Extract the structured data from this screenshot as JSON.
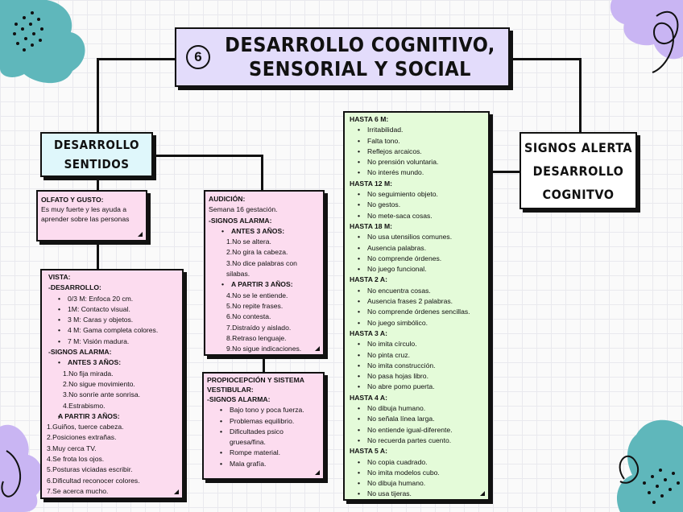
{
  "title": {
    "number": "6",
    "line1": "DESARROLLO COGNITIVO,",
    "line2": "SENSORIAL Y SOCIAL"
  },
  "left_header": {
    "line1": "DESARROLLO",
    "line2": "SENTIDOS"
  },
  "right_header": {
    "line1": "SIGNOS ALERTA",
    "line2": "DESARROLLO",
    "line3": "COGNITVO"
  },
  "olfato": {
    "title": "OLFATO Y GUSTO:",
    "text": "Es muy fuerte y les ayuda a aprender sobre las personas"
  },
  "audicion": {
    "title": "AUDICIÓN:",
    "line1": "Semana 16 gestación.",
    "signos": "-SIGNOS ALARMA:",
    "antes": "ANTES 3 AÑOS:",
    "antes_items": [
      "1.No se altera.",
      "2.No gira la cabeza.",
      "3.No dice palabras con silabas."
    ],
    "apartir": "A PARTIR 3 AÑOS:",
    "apartir_items": [
      "4.No se le entiende.",
      "5.No repite frases.",
      "6.No contesta.",
      "7.Distraído y aislado.",
      "8.Retraso lenguaje.",
      "9.No sigue indicaciones."
    ]
  },
  "propiocepcion": {
    "title": "PROPIOCEPCIÓN Y SISTEMA VESTIBULAR:",
    "signos": "-SIGNOS ALARMA:",
    "items": [
      "Bajo tono y poca fuerza.",
      "Problemas equilibrio.",
      "Dificultades psico gruesa/fina.",
      "Rompe material.",
      "Mala grafía."
    ]
  },
  "vista": {
    "title": "VISTA:",
    "desarrollo": "-DESARROLLO:",
    "desarrollo_items": [
      "0/3 M: Enfoca 20 cm.",
      "1M: Contacto visual.",
      "3 M: Caras y objetos.",
      "4 M: Gama completa colores.",
      "7 M: Visión madura."
    ],
    "signos": "-SIGNOS ALARMA:",
    "antes": "ANTES 3 AÑOS:",
    "antes_items": [
      "1.No fija mirada.",
      "2.No sigue movimiento.",
      "3.No sonríe ante sonrisa.",
      "4.Estrabismo."
    ],
    "apartir": "A PARTIR 3 AÑOS:",
    "apartir_items": [
      "1.Guiños, tuerce cabeza.",
      "2.Posiciones extrañas.",
      "3.Muy cerca TV.",
      "4.Se frota los ojos.",
      "5.Posturas viciadas escribir.",
      "6.Dificultad reconocer colores.",
      "7.Se acerca mucho."
    ]
  },
  "alerta": {
    "sections": [
      {
        "title": "HASTA 6 M:",
        "items": [
          "Irritabilidad.",
          "Falta tono.",
          "Reflejos arcaicos.",
          "No prensión voluntaria.",
          "No interés mundo."
        ]
      },
      {
        "title": "HASTA 12 M:",
        "items": [
          "No seguimiento objeto.",
          "No gestos.",
          "No mete-saca cosas."
        ]
      },
      {
        "title": "HASTA 18 M:",
        "items": [
          "No usa utensilios comunes.",
          "Ausencia palabras.",
          "No comprende órdenes.",
          "No juego funcional."
        ]
      },
      {
        "title": "HASTA 2 A:",
        "items": [
          "No encuentra cosas.",
          "Ausencia frases 2 palabras.",
          "No comprende órdenes sencillas.",
          "No juego simbólico."
        ]
      },
      {
        "title": "HASTA 3 A:",
        "items": [
          "No imita círculo.",
          "No pinta cruz.",
          "No imita construcción.",
          "No pasa hojas libro.",
          "No abre pomo puerta."
        ]
      },
      {
        "title": "HASTA 4 A:",
        "items": [
          "No dibuja humano.",
          "No señala línea larga.",
          "No entiende igual-diferente.",
          "No recuerda partes cuento."
        ]
      },
      {
        "title": "HASTA 5 A:",
        "items": [
          "No copia cuadrado.",
          "No imita modelos cubo.",
          "No dibuja humano.",
          "No usa tijeras."
        ]
      }
    ]
  },
  "colors": {
    "pink": "#fcdcef",
    "green": "#e4fbd9",
    "cyan": "#dff7fb",
    "lavender": "#e3dcfb",
    "teal_blob": "#5fb7bb",
    "purple_blob": "#c9b5f3"
  }
}
